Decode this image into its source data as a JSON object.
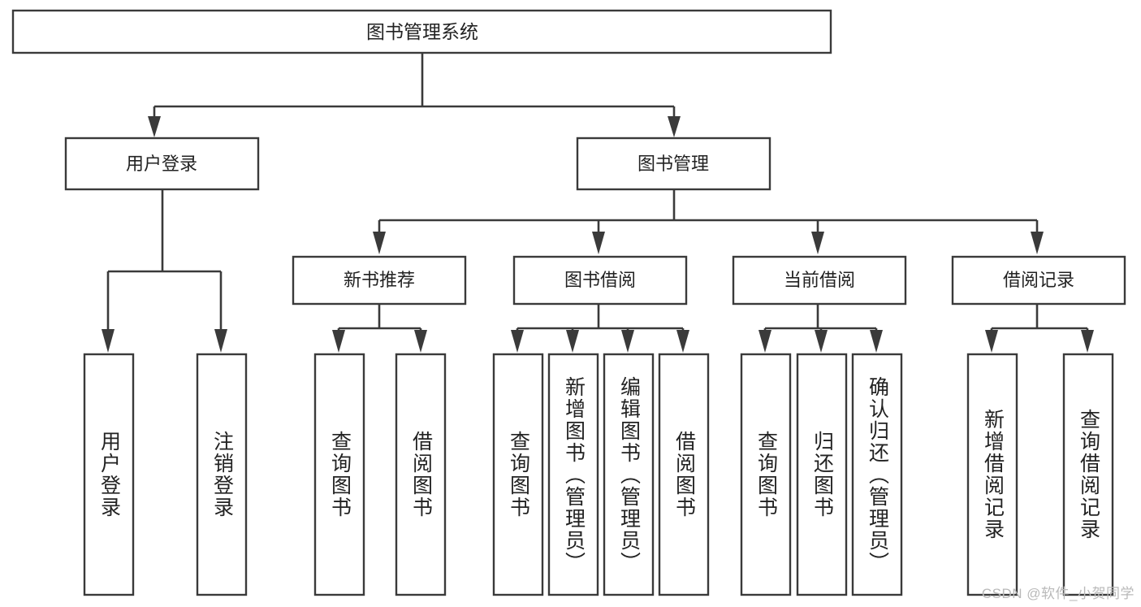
{
  "diagram": {
    "type": "tree",
    "title": "图书管理系统",
    "watermark": "CSDN @软件_小贺同学",
    "colors": {
      "box_stroke": "#3a3a3a",
      "box_fill": "#ffffff",
      "connector": "#3a3a3a",
      "text": "#222222",
      "watermark": "#b9b9b9",
      "background": "#ffffff"
    },
    "nodes": {
      "root": {
        "label": "图书管理系统"
      },
      "level2": [
        {
          "id": "user-login",
          "label": "用户登录"
        },
        {
          "id": "book-management",
          "label": "图书管理"
        }
      ],
      "level3": [
        {
          "id": "new-book-recommend",
          "label": "新书推荐"
        },
        {
          "id": "book-borrow",
          "label": "图书借阅"
        },
        {
          "id": "current-borrow",
          "label": "当前借阅"
        },
        {
          "id": "borrow-record",
          "label": "借阅记录"
        }
      ],
      "leaves": [
        {
          "id": "leaf-user-login",
          "label": "用户登录",
          "parent": "user-login"
        },
        {
          "id": "leaf-logout",
          "label": "注销登录",
          "parent": "user-login"
        },
        {
          "id": "leaf-query-book-1",
          "label": "查询图书",
          "parent": "new-book-recommend"
        },
        {
          "id": "leaf-borrow-book-1",
          "label": "借阅图书",
          "parent": "new-book-recommend"
        },
        {
          "id": "leaf-query-book-2",
          "label": "查询图书",
          "parent": "book-borrow"
        },
        {
          "id": "leaf-add-book",
          "label": "新增图书（管理员）",
          "parent": "book-borrow"
        },
        {
          "id": "leaf-edit-book",
          "label": "编辑图书（管理员）",
          "parent": "book-borrow"
        },
        {
          "id": "leaf-borrow-book-2",
          "label": "借阅图书",
          "parent": "book-borrow"
        },
        {
          "id": "leaf-query-book-3",
          "label": "查询图书",
          "parent": "current-borrow"
        },
        {
          "id": "leaf-return-book",
          "label": "归还图书",
          "parent": "current-borrow"
        },
        {
          "id": "leaf-confirm-return",
          "label": "确认归还（管理员）",
          "parent": "current-borrow"
        },
        {
          "id": "leaf-add-record",
          "label": "新增借阅记录",
          "parent": "borrow-record"
        },
        {
          "id": "leaf-query-record",
          "label": "查询借阅记录",
          "parent": "borrow-record"
        }
      ]
    }
  }
}
